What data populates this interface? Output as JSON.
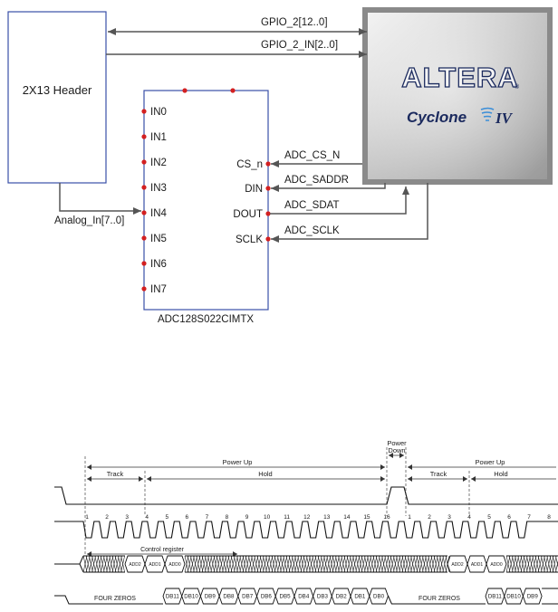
{
  "block_diagram": {
    "header_label": "2X13 Header",
    "bus_labels": {
      "gpio_2": "GPIO_2[12..0]",
      "gpio_2_in": "GPIO_2_IN[2..0]",
      "analog_in": "Analog_In[7..0]"
    },
    "adc": {
      "part_number": "ADC128S022CIMTX",
      "inputs": [
        "IN0",
        "IN1",
        "IN2",
        "IN3",
        "IN4",
        "IN5",
        "IN6",
        "IN7"
      ],
      "pins": [
        "CS_n",
        "DIN",
        "DOUT",
        "SCLK"
      ]
    },
    "signals": [
      "ADC_CS_N",
      "ADC_SADDR",
      "ADC_SDAT",
      "ADC_SCLK"
    ],
    "fpga": {
      "brand": "ALTERA",
      "family": "Cyclone",
      "family_suffix": "IV"
    }
  },
  "timing_diagram": {
    "phase_labels": {
      "power_up_left": "Power Up",
      "power_down_1": "Power",
      "power_down_2": "Down",
      "power_up_right": "Power Up",
      "track_left": "Track",
      "hold_left": "Hold",
      "track_right": "Track",
      "hold_right": "Hold",
      "control_register": "Control register"
    },
    "clock_numbers_first": [
      "1",
      "2",
      "3",
      "4",
      "5",
      "6",
      "7",
      "8",
      "9",
      "10",
      "11",
      "12",
      "13",
      "14",
      "15",
      "16"
    ],
    "clock_numbers_second": [
      "1",
      "2",
      "3",
      "4",
      "5",
      "6",
      "7",
      "8"
    ],
    "din_bits_first": [
      "ADD2",
      "ADD1",
      "ADD0"
    ],
    "din_bits_second": [
      "ADD2",
      "ADD1",
      "ADD0"
    ],
    "four_zeros": "FOUR ZEROS",
    "dout_bits_first": [
      "DB11",
      "DB10",
      "DB9",
      "DB8",
      "DB7",
      "DB6",
      "DB5",
      "DB4",
      "DB3",
      "DB2",
      "DB1",
      "DB0"
    ],
    "dout_bits_second": [
      "DB11",
      "DB10",
      "DB9"
    ]
  },
  "colors": {
    "box_border": "#3a4fa8",
    "pin_dot": "#d32020",
    "arrow": "#555555"
  }
}
